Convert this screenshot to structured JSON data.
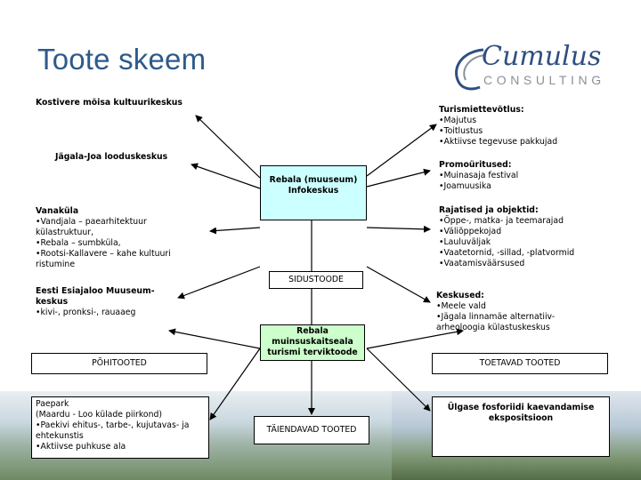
{
  "title": "Toote skeem",
  "logo": {
    "word": "Cumulus",
    "sub": "CONSULTING"
  },
  "kostivere": {
    "title": "Kostivere mõisa kultuurikeskus"
  },
  "turismi": {
    "title": "Turismiettevõtlus:",
    "items": [
      "Majutus",
      "Toitlustus",
      "Aktiivse tegevuse pakkujad"
    ]
  },
  "jagala": {
    "title": "Jägala-Joa looduskeskus"
  },
  "rebala": {
    "title": "Rebala (muuseum) Infokeskus"
  },
  "promo": {
    "title": "Promoüritused:",
    "items": [
      "Muinasaja festival",
      "Joamuusika"
    ]
  },
  "vanakula": {
    "title": "Vanaküla",
    "items": [
      "Vandjala – paearhitektuur külastruktuur,",
      "Rebala – sumbküla,",
      "Rootsi-Kallavere – kahe kultuuri ristumine"
    ]
  },
  "rajatised": {
    "title": "Rajatised ja objektid:",
    "items": [
      "Õppe-, matka- ja teemarajad",
      "Väliõppekojad",
      "Lauluväljak",
      "Vaatetornid, -sillad, -platvormid",
      "Vaatamisväärsused"
    ]
  },
  "sidustoode": {
    "label": "SIDUSTOODE"
  },
  "eesti": {
    "title": "Eesti Esiajaloo Muuseum-keskus",
    "items": [
      "kivi-, pronksi-, rauaaeg"
    ]
  },
  "keskused": {
    "title": "Keskused:",
    "items": [
      "Meele vald",
      "Jägala linnamäe alternatiiv-arheoloogia külastuskeskus"
    ]
  },
  "rebala_muinsus": {
    "title": "Rebala muinsuskaitseala turismi terviktoode"
  },
  "pohitooted": {
    "label": "PÕHITOOTED"
  },
  "toetavad": {
    "label": "TOETAVAD TOOTED"
  },
  "paepark": {
    "title": "Paepark",
    "subtitle": "(Maardu - Loo külade piirkond)",
    "items": [
      "Paekivi ehitus-, tarbe-, kujutavas- ja ehtekunstis",
      "Aktiivse puhkuse ala"
    ]
  },
  "tainendavad": {
    "label": "TÄIENDAVAD TOOTED"
  },
  "ulgase": {
    "title": "Ülgase fosforiidi kaevandamise ekspositsioon"
  }
}
